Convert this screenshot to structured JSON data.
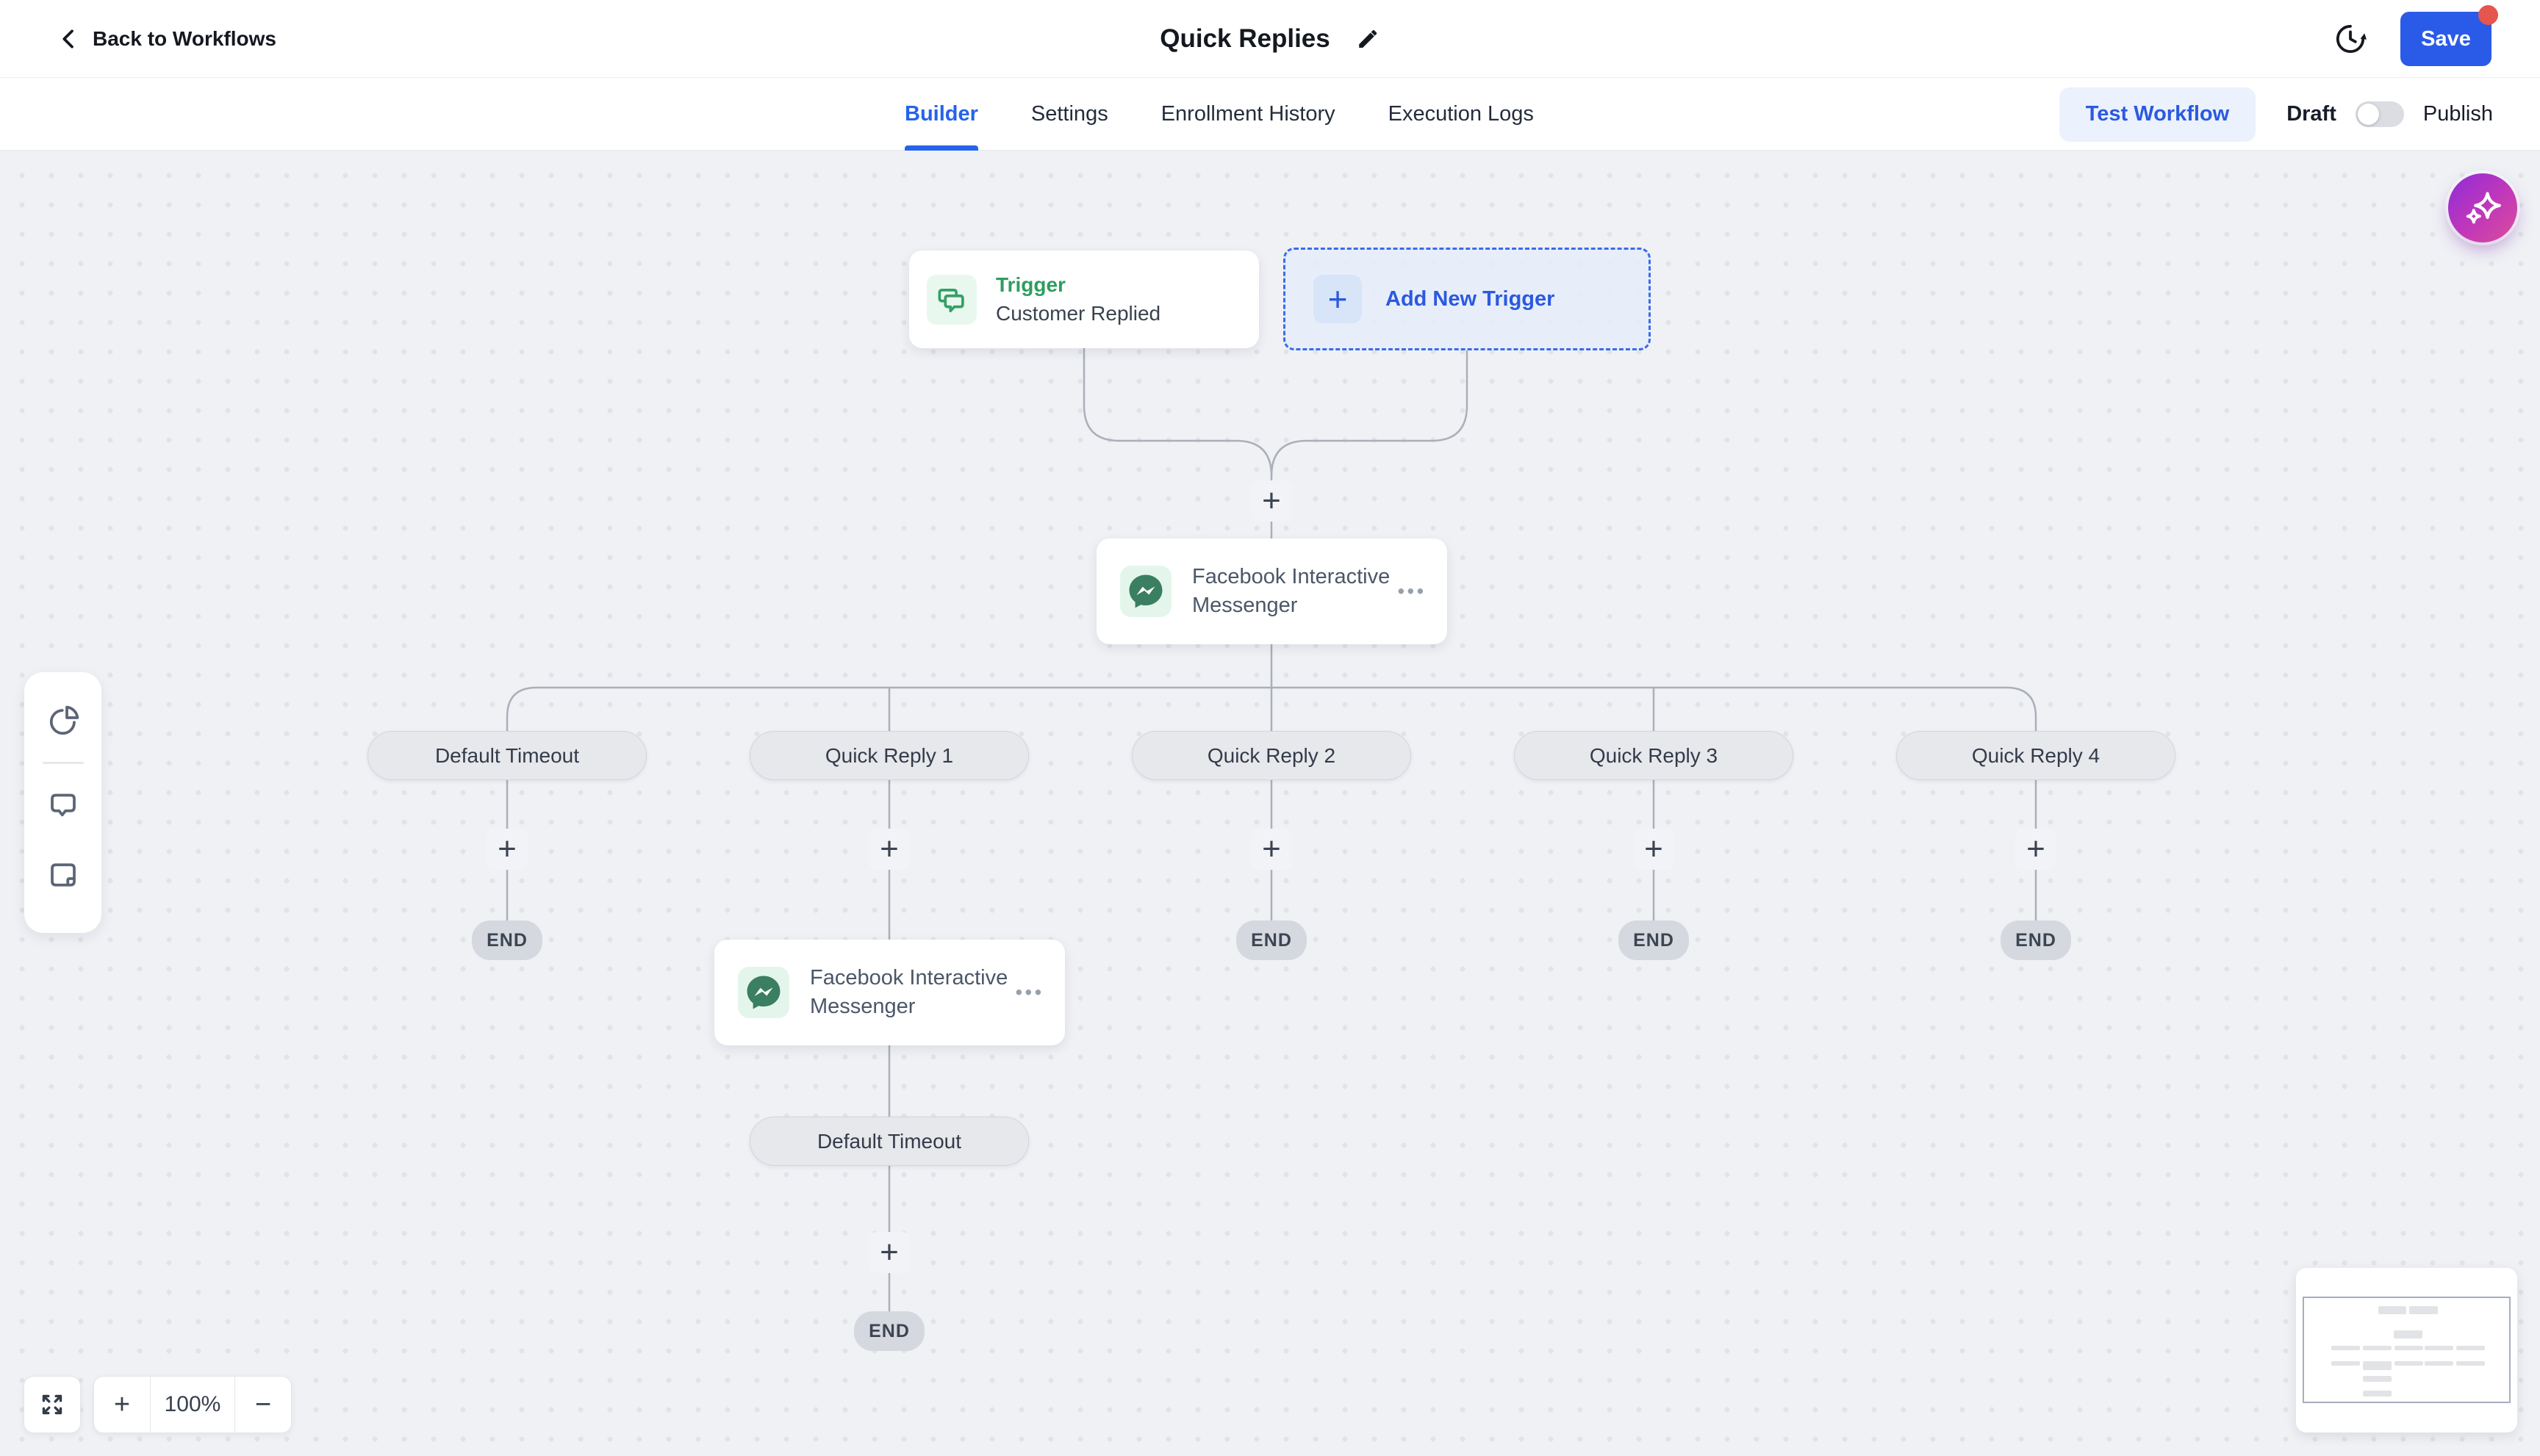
{
  "header": {
    "back_label": "Back to Workflows",
    "title": "Quick Replies",
    "save_label": "Save"
  },
  "tabs": {
    "items": [
      {
        "label": "Builder",
        "active": true
      },
      {
        "label": "Settings",
        "active": false
      },
      {
        "label": "Enrollment History",
        "active": false
      },
      {
        "label": "Execution Logs",
        "active": false
      }
    ]
  },
  "toolbar": {
    "test_workflow_label": "Test Workflow",
    "draft_label": "Draft",
    "publish_label": "Publish",
    "publish_state": "draft"
  },
  "canvas": {
    "trigger_node": {
      "type_label": "Trigger",
      "name": "Customer Replied"
    },
    "add_trigger_label": "Add New Trigger",
    "messenger_node_title": "Facebook Interactive Messenger",
    "branch_labels": [
      "Default Timeout",
      "Quick Reply 1",
      "Quick Reply 2",
      "Quick Reply 3",
      "Quick Reply 4"
    ],
    "nested_branch_label": "Default Timeout",
    "end_label": "END",
    "zoom_level": "100%"
  },
  "glyphs": {
    "plus": "+",
    "minus": "−",
    "ellipsis": "•••"
  },
  "colors": {
    "accent_blue": "#2563EB",
    "save_blue": "#2A5BE8",
    "trigger_green": "#2E9D5F",
    "messenger_green": "#3A7F60",
    "canvas_bg": "#EFF1F5",
    "edge_gray": "#ABAFB9",
    "unsaved_dot_red": "#E4564E",
    "ai_gradient_start": "#8F2BD8",
    "ai_gradient_end": "#DA4D9A"
  }
}
